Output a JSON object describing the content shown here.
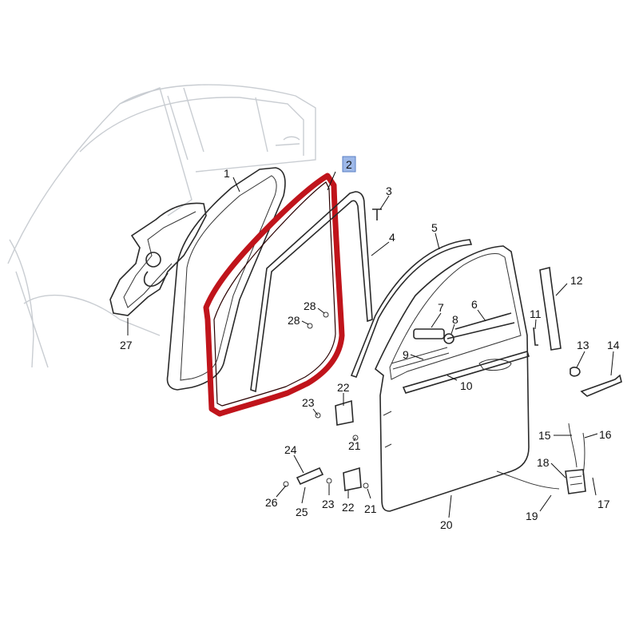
{
  "highlight_color": "#c0141b",
  "callout_highlight_color": "#9db8e8",
  "highlighted_part": "2",
  "callouts": {
    "c1": "1",
    "c2": "2",
    "c3": "3",
    "c4": "4",
    "c5": "5",
    "c6": "6",
    "c7": "7",
    "c8": "8",
    "c9": "9",
    "c10": "10",
    "c11": "11",
    "c12": "12",
    "c13": "13",
    "c14": "14",
    "c15": "15",
    "c16": "16",
    "c17": "17",
    "c18": "18",
    "c19": "19",
    "c20": "20",
    "c21a": "21",
    "c21b": "21",
    "c22a": "22",
    "c22b": "22",
    "c23a": "23",
    "c23b": "23",
    "c24": "24",
    "c25": "25",
    "c26": "26",
    "c27": "27",
    "c28a": "28",
    "c28b": "28"
  }
}
